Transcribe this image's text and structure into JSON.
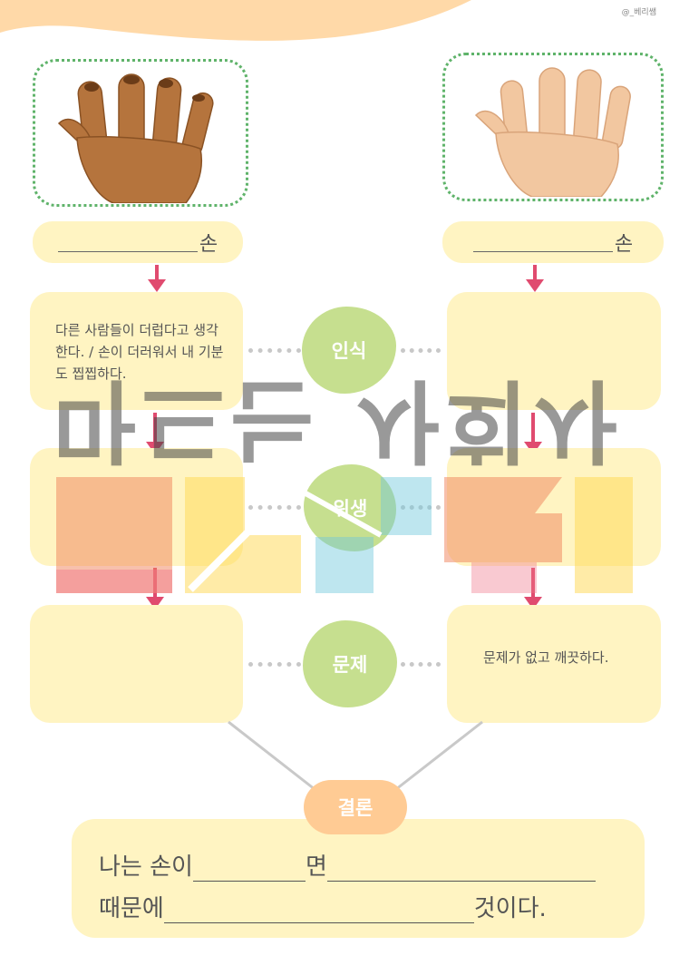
{
  "credit": "@_베리쌤",
  "left": {
    "label_suffix": "손",
    "box1_text": "다른 사람들이 더럽다고 생각한다. / 손이 더러워서 내 기분도 찝찝하다.",
    "box2_text": "",
    "box3_text": ""
  },
  "right": {
    "label_suffix": "손",
    "box1_text": "",
    "box2_text": "",
    "box3_text": "문제가 없고 깨끗하다."
  },
  "center": {
    "row1": "인식",
    "row2": "위생",
    "row3": "문제",
    "conclusion": "결론"
  },
  "conclusion": {
    "line1_a": "나는 손이",
    "line1_b": "면",
    "line2_a": "때문에",
    "line2_b": "것이다."
  },
  "watermark": {
    "text": "마드는 사회사"
  },
  "colors": {
    "box_fill": "#fff4c2",
    "blob_green": "#c6df8f",
    "arrow_pink": "#e04b6f",
    "frame_green": "#5fb36a",
    "conclusion_orange": "#ffcb94",
    "wave_peach": "#ffd9a8"
  }
}
